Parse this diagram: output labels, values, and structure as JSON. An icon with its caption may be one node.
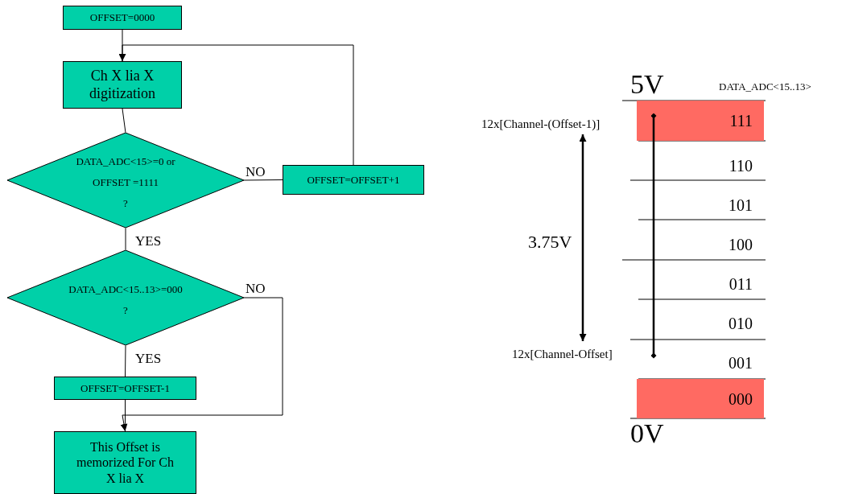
{
  "diagram": {
    "nodes": [
      {
        "text": [
          "OFFSET=0000"
        ]
      },
      {
        "text": [
          "Ch X lia X digitization"
        ]
      },
      {
        "text": [
          "DATA_ADC<15>=0 or OFFSET =1111",
          "?"
        ]
      },
      {
        "text": [
          "OFFSET=OFFSET+1"
        ]
      },
      {
        "text": [
          "DATA_ADC<15..13>=000",
          "?"
        ]
      },
      {
        "text": [
          "OFFSET=OFFSET-1"
        ]
      },
      {
        "text": [
          "This Offset is memorized For Ch X lia X"
        ]
      },
      {
        "text": [
          "111"
        ]
      },
      {
        "text": [
          "000"
        ]
      }
    ],
    "edges": [
      {
        "from": 0,
        "to": 1,
        "arrow": "none"
      },
      {
        "from": 3,
        "to": 1,
        "arrow": "to"
      },
      {
        "from": 1,
        "to": 2,
        "arrow": "none"
      },
      {
        "from": 2,
        "to": 3,
        "arrow": "none",
        "label": "NO"
      },
      {
        "from": 2,
        "to": 4,
        "arrow": "none",
        "label": "YES"
      },
      {
        "from": 4,
        "to": 5,
        "arrow": "none",
        "label": "YES"
      },
      {
        "from": 5,
        "to": 6,
        "arrow": "none"
      },
      {
        "from": 4,
        "to": 6,
        "arrow": "to",
        "label": "NO"
      }
    ],
    "labels": [
      "5V",
      "DATA_ADC<15..13>",
      "12x[Channel-(Offset-1)]",
      "110",
      "101",
      "3.75V",
      "100",
      "011",
      "010",
      "12x[Channel-Offset]",
      "001",
      "0V"
    ]
  }
}
